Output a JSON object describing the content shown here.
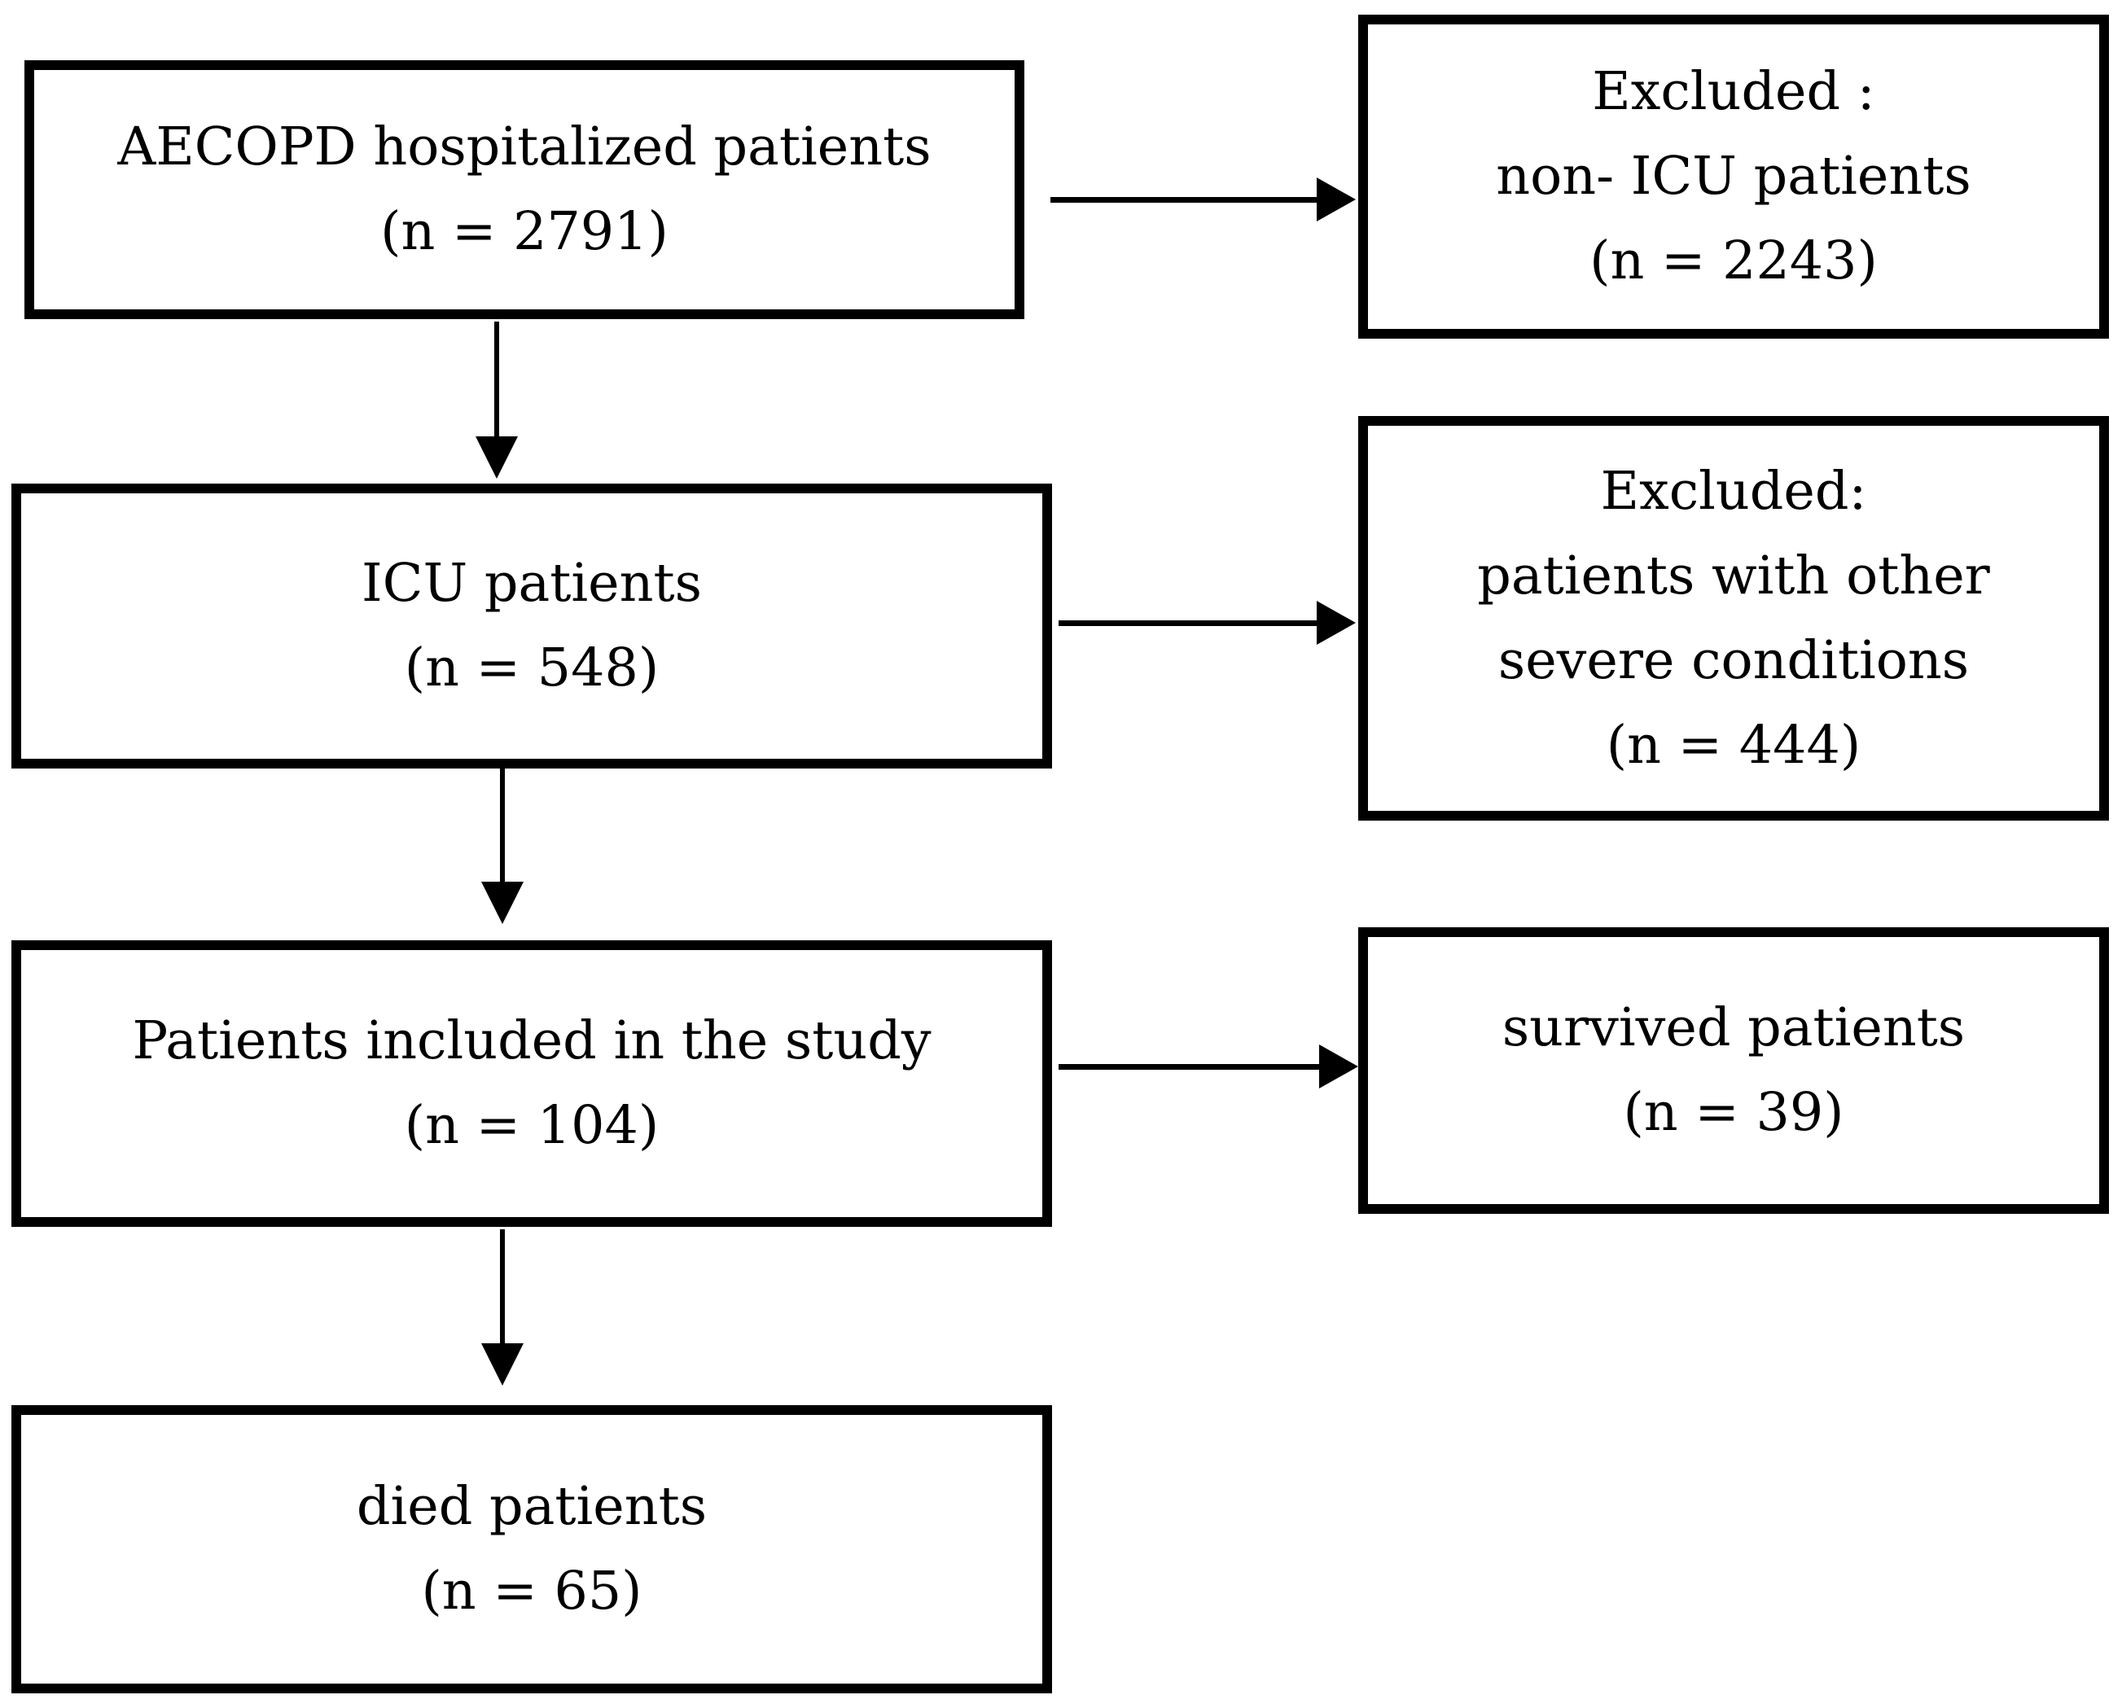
{
  "diagram": {
    "type": "patient-flow-chart",
    "colors": {
      "background": "#ffffff",
      "box_border": "#000000",
      "text": "#000000",
      "arrow": "#000000"
    },
    "main_flow": [
      {
        "id": "aecopd",
        "lines": [
          "AECOPD hospitalized patients",
          "(n = 2791)"
        ]
      },
      {
        "id": "icu",
        "lines": [
          "ICU patients",
          "(n = 548)"
        ]
      },
      {
        "id": "included",
        "lines": [
          "Patients included in the study",
          "(n = 104)"
        ]
      },
      {
        "id": "died",
        "lines": [
          "died patients",
          "(n = 65)"
        ]
      }
    ],
    "side_boxes": [
      {
        "id": "excluded-non-icu",
        "lines": [
          "Excluded :",
          "non- ICU patients",
          "(n = 2243)"
        ]
      },
      {
        "id": "excluded-severe",
        "lines": [
          "Excluded:",
          "patients with other",
          "severe conditions",
          "(n = 444)"
        ]
      },
      {
        "id": "survived",
        "lines": [
          "survived patients",
          "(n = 39)"
        ]
      }
    ]
  }
}
